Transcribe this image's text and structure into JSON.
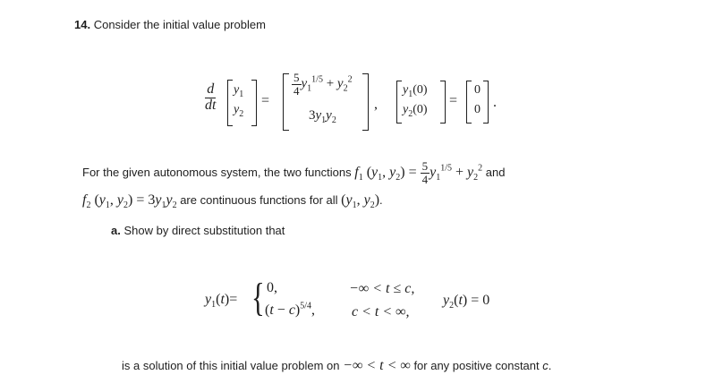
{
  "problem": {
    "number": "14.",
    "intro": "Consider the initial value problem"
  },
  "system": {
    "deriv_num": "d",
    "deriv_den": "dt",
    "eq": "=",
    "rhs_frac_num": "5",
    "rhs_frac_den": "4",
    "rhs_power": "1/5",
    "plus": "+",
    "square": "2",
    "rhs_second": "3",
    "comma": ",",
    "init_value": "0",
    "period": "."
  },
  "paragraph": {
    "part1": "For the given autonomous system, the two functions",
    "and": "and",
    "part2": "are continuous functions for all",
    "period": "."
  },
  "part_a": {
    "label": "a.",
    "text": "Show by direct substitution that"
  },
  "solution": {
    "case1_value": "0,",
    "case1_cond": "−∞ < t ≤ c,",
    "case2_power": "5/4",
    "case2_cond": "c < t < ∞,",
    "y2_value": "= 0"
  },
  "conclusion": {
    "before": "is a solution of this initial value problem on",
    "interval": "−∞ < t < ∞",
    "after": "for any positive constant",
    "constant": "c",
    "period": "."
  }
}
